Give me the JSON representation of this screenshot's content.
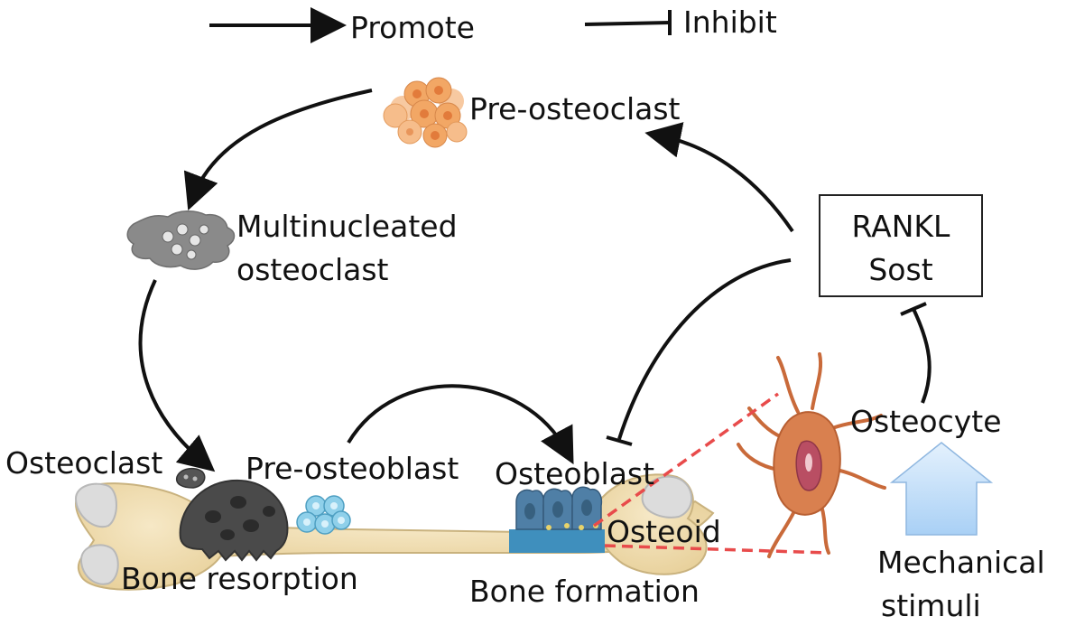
{
  "legend": {
    "promote": "Promote",
    "inhibit": "Inhibit"
  },
  "labels": {
    "pre_osteoclast": "Pre-osteoclast",
    "multinucleated_line1": "Multinucleated",
    "multinucleated_line2": "osteoclast",
    "rankl": "RANKL",
    "sost": "Sost",
    "osteocyte": "Osteocyte",
    "osteoclast": "Osteoclast",
    "pre_osteoblast": "Pre-osteoblast",
    "osteoblast": "Osteoblast",
    "osteoid": "Osteoid",
    "bone_resorption": "Bone resorption",
    "bone_formation": "Bone formation",
    "mechanical_line1": "Mechanical",
    "mechanical_line2": "stimuli"
  },
  "colors": {
    "arrow": "#111111",
    "bone": "#f1deb4",
    "bone_outline": "#c9b27e",
    "bone_end": "#dcdcdc",
    "pre_osteoclast": "#f2a765",
    "osteoclast": "#4a4a4a",
    "pre_osteoblast": "#8fd0ea",
    "osteoblast": "#4f7fa6",
    "osteoid": "#3f8fbd",
    "osteocyte": "#d9804f",
    "osteocyte_nucleus": "#b94e63",
    "dashed_line": "#e84b4b",
    "mechanical_arrow": "#bcdcf8"
  }
}
